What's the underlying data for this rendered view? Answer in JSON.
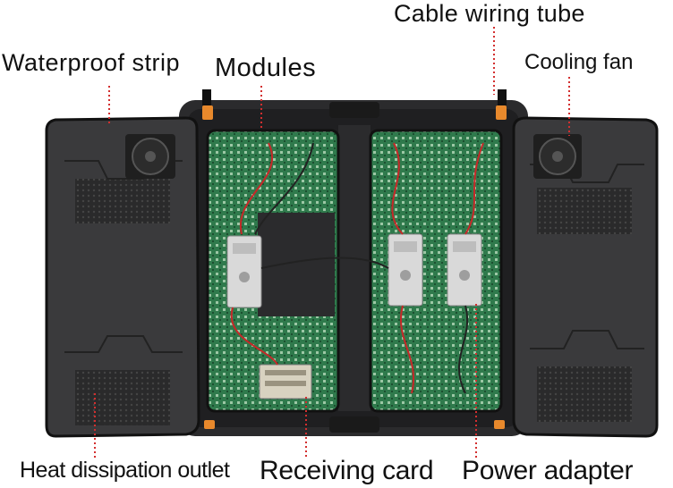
{
  "labels": {
    "cable_wiring_tube": "Cable wiring tube",
    "waterproof_strip": "Waterproof strip",
    "modules": "Modules",
    "cooling_fan": "Cooling fan",
    "heat_dissipation_outlet": "Heat dissipation outlet",
    "receiving_card": "Receiving card",
    "power_adapter": "Power adapter"
  },
  "colors": {
    "cabinet": "#2b2b2d",
    "door": "#3a3a3c",
    "pcb": "#2e7d4f",
    "psu": "#d9d9d9",
    "plug": "#e8892c",
    "wire_red": "#c62828",
    "leader_line": "#d32f2f"
  }
}
